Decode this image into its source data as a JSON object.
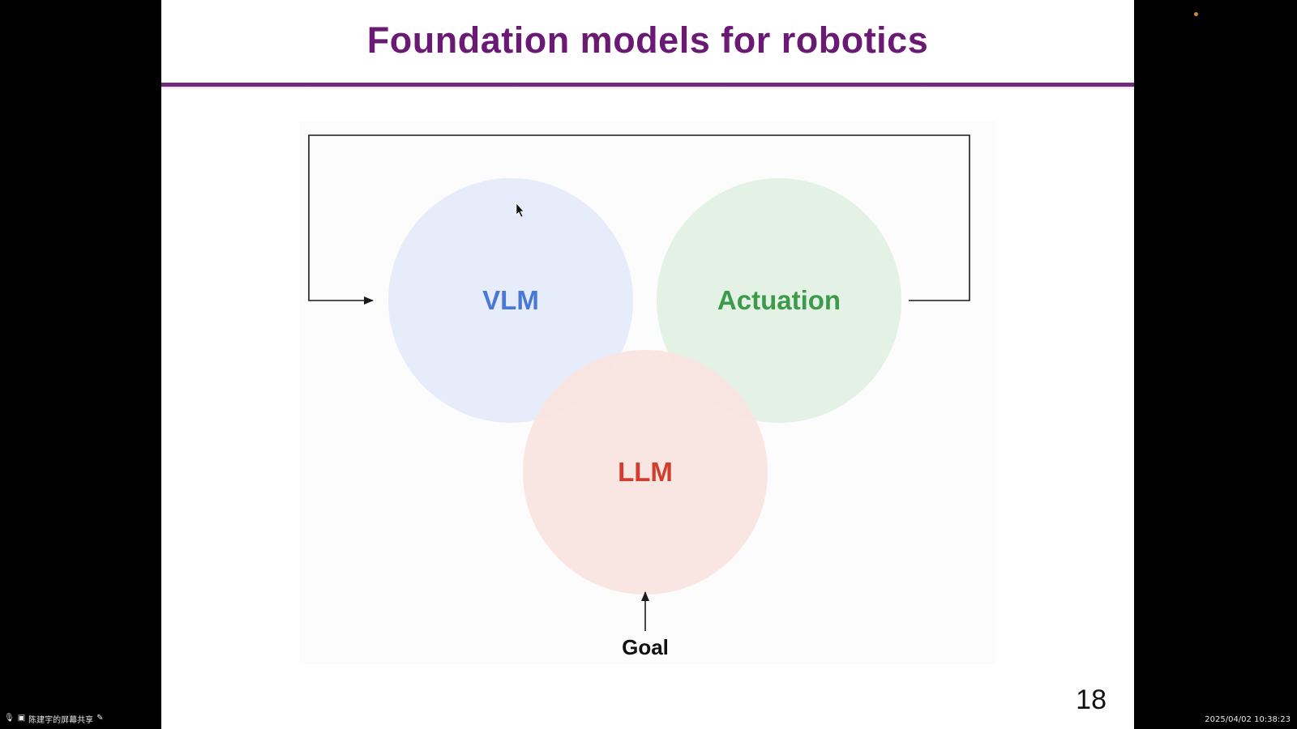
{
  "slide": {
    "title": "Foundation models for robotics",
    "page_number": "18"
  },
  "diagram": {
    "nodes": {
      "vlm": {
        "label": "VLM",
        "fill": "#e6ecf9",
        "text_color": "#4a78d6"
      },
      "actuation": {
        "label": "Actuation",
        "fill": "#e3f2e5",
        "text_color": "#3c9a4a"
      },
      "llm": {
        "label": "LLM",
        "fill": "#f9e4e1",
        "text_color": "#d33d2e"
      }
    },
    "goal_label": "Goal",
    "line_color": "#1a1a1a"
  },
  "share_bar": {
    "mic_icon": "microphone-icon",
    "screen_icon": "screen-share-icon",
    "label": "陈建宇的屏幕共享",
    "edit_icon": "pencil-icon"
  },
  "timestamp": "2025/04/02 10:38:23",
  "colors": {
    "title": "#6a1a74",
    "title_rule": "#6f2a7c",
    "background": "#000000"
  }
}
